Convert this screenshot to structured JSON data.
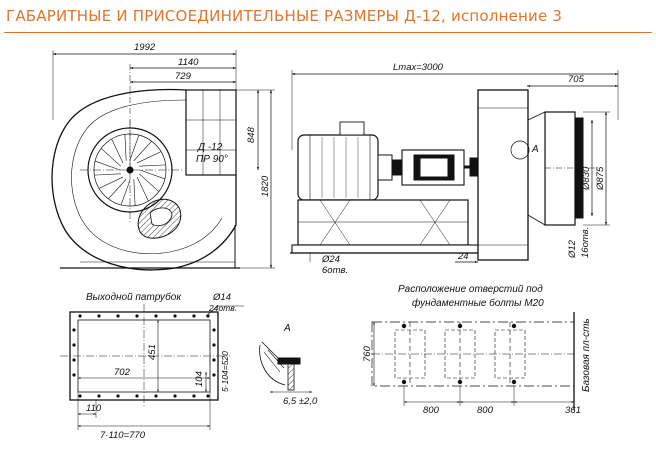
{
  "header": {
    "title": "ГАБАРИТНЫЕ И ПРИСОЕДИНИТЕЛЬНЫЕ РАЗМЕРЫ Д-12, исполнение 3",
    "title_color": "#e0752b",
    "rule_color": "#e0752b"
  },
  "front_view": {
    "dim_total_width": "1992",
    "dim_1140": "1140",
    "dim_729": "729",
    "dim_848": "848",
    "dim_1820": "1820",
    "label_model": "Д -12",
    "label_position": "ПР 90°"
  },
  "side_view": {
    "dim_lmax": "Lmax=3000",
    "dim_705": "705",
    "callout_a": "A",
    "dim_d830": "Ø830",
    "dim_d875": "Ø875",
    "dim_d12": "Ø12",
    "dim_16holes": "16отв.",
    "dim_d24": "Ø24",
    "dim_6holes": "6отв.",
    "dim_24": "24"
  },
  "outlet_view": {
    "caption": "Выходной патрубок",
    "dim_d14": "Ø14",
    "dim_24holes": "24отв.",
    "dim_451": "451",
    "dim_104": "104",
    "dim_5x104": "5·104=520",
    "dim_702": "702",
    "dim_110": "110",
    "dim_7x110": "7·110=770"
  },
  "detail_a": {
    "label": "A",
    "dim_weld": "6,5 ±2,0"
  },
  "foundation_view": {
    "caption_line1": "Расположение отверстий под",
    "caption_line2": "фундаментные болты М20",
    "dim_760": "760",
    "dim_800a": "800",
    "dim_800b": "800",
    "dim_361": "361",
    "base_label": "Базовая пл-сть"
  }
}
